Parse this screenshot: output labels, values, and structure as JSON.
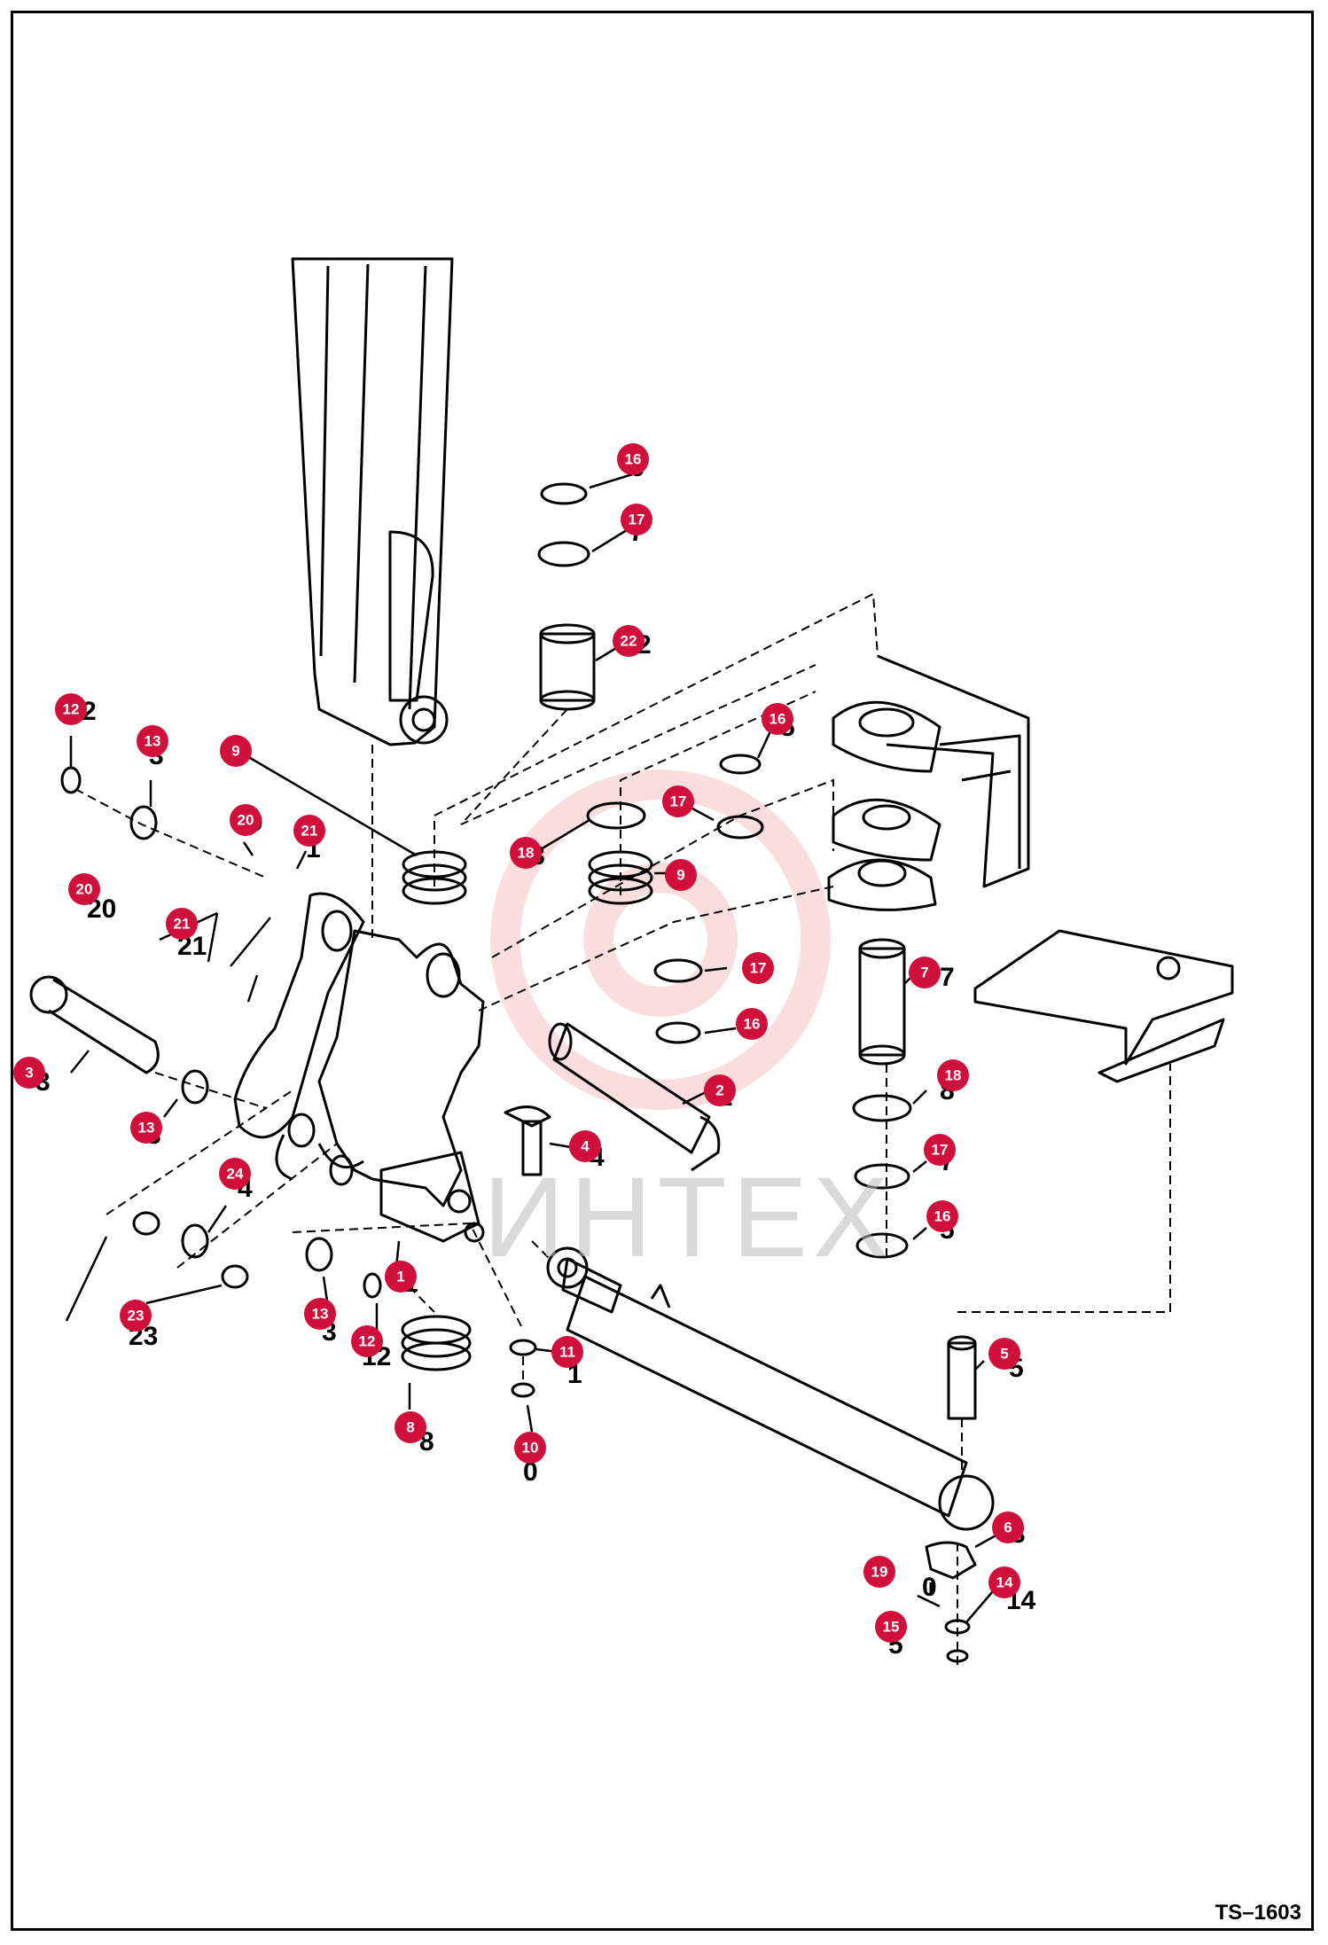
{
  "diagram": {
    "watermark_text": "ИНТЕХ",
    "drawing_code": "TS–1603",
    "colors": {
      "callout": "#d0103a",
      "ink": "#000000",
      "watermark": "#e53935"
    },
    "callouts": [
      {
        "label": "1"
      },
      {
        "label": "2"
      },
      {
        "label": "3"
      },
      {
        "label": "4"
      },
      {
        "label": "5"
      },
      {
        "label": "6"
      },
      {
        "label": "7"
      },
      {
        "label": "8"
      },
      {
        "label": "9"
      },
      {
        "label": "9"
      },
      {
        "label": "10"
      },
      {
        "label": "11"
      },
      {
        "label": "12"
      },
      {
        "label": "12"
      },
      {
        "label": "13"
      },
      {
        "label": "13"
      },
      {
        "label": "13"
      },
      {
        "label": "14"
      },
      {
        "label": "15"
      },
      {
        "label": "16"
      },
      {
        "label": "16"
      },
      {
        "label": "16"
      },
      {
        "label": "16"
      },
      {
        "label": "17"
      },
      {
        "label": "17"
      },
      {
        "label": "17"
      },
      {
        "label": "17"
      },
      {
        "label": "18"
      },
      {
        "label": "18"
      },
      {
        "label": "19"
      },
      {
        "label": "20"
      },
      {
        "label": "20"
      },
      {
        "label": "21"
      },
      {
        "label": "21"
      },
      {
        "label": "22"
      },
      {
        "label": "23"
      },
      {
        "label": "24"
      }
    ]
  }
}
